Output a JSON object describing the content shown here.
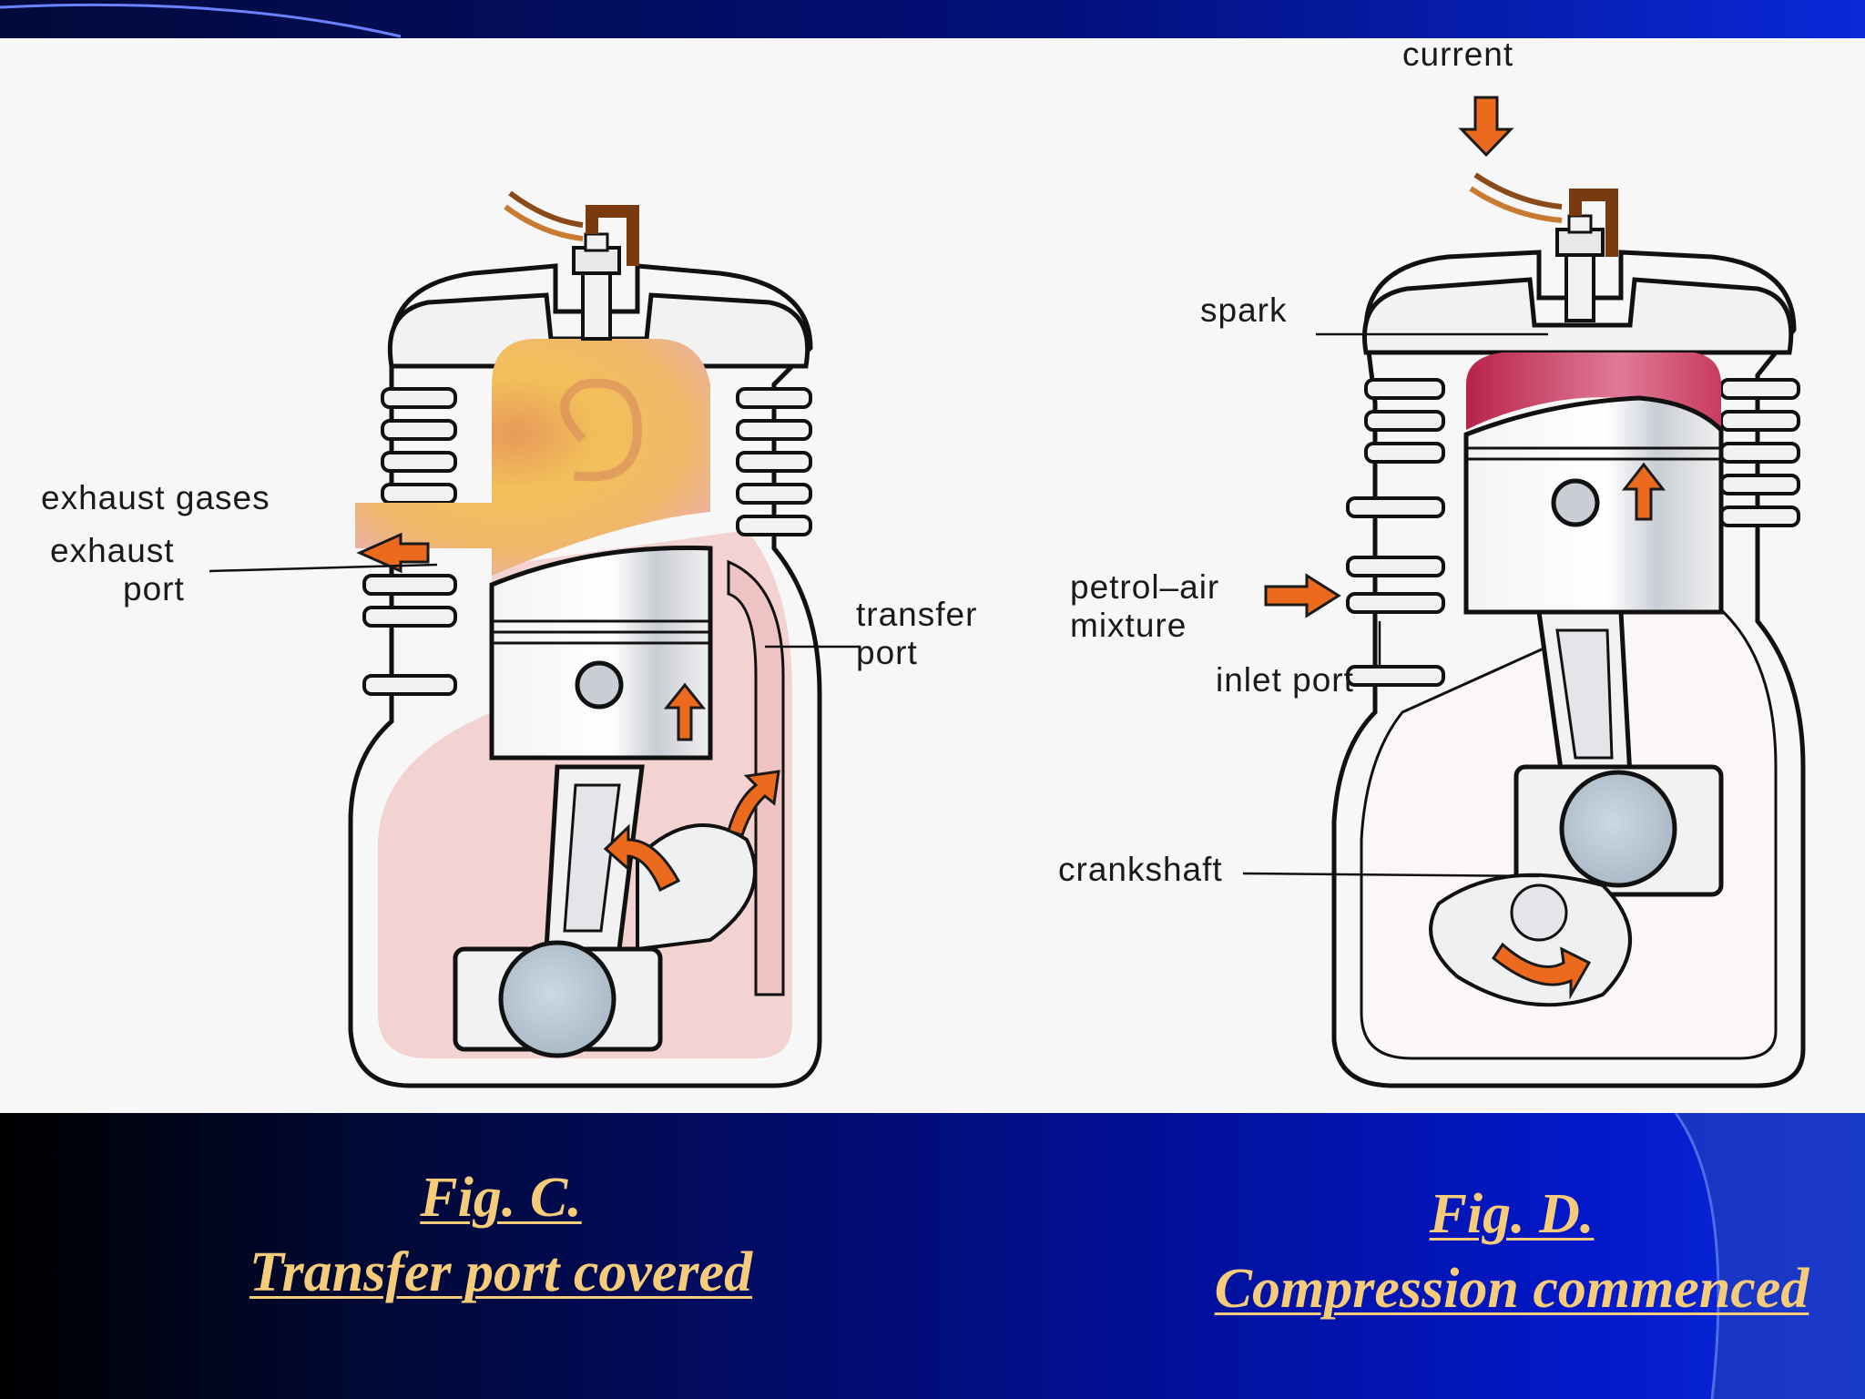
{
  "figure_c": {
    "labels": {
      "exhaust_gases": "exhaust gases",
      "exhaust": "exhaust",
      "port": "port",
      "transfer": "transfer",
      "transfer_port": "port"
    },
    "caption": {
      "line1": "Fig. C.",
      "line2": "Transfer port covered"
    }
  },
  "figure_d": {
    "labels": {
      "current": "current",
      "spark": "spark",
      "petrol_air": "petrol–air",
      "mixture": "mixture",
      "inlet_port": "inlet port",
      "crankshaft": "crankshaft"
    },
    "caption": {
      "line1": "Fig. D.",
      "line2": "Compression commenced"
    }
  },
  "colors": {
    "caption_text": "#f6cc7a",
    "arrow": "#ec6a1e",
    "exhaust_gas": "#f2c05a",
    "crankcase_mixture": "#f3d2d2",
    "compressed_mixture": "#c8345a",
    "band_dark": "#020e88",
    "band_light": "#0a2ee0"
  }
}
